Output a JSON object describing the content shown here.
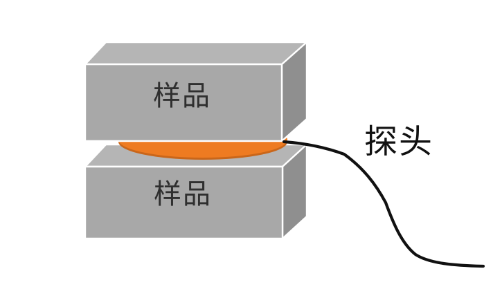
{
  "diagram": {
    "type": "schematic",
    "description_visible_elements": "two stacked 3D sample blocks with an orange probe disc between them and a wire leading to a probe label",
    "labels": {
      "top_sample": "样品",
      "bottom_sample": "样品",
      "probe": "探头"
    },
    "colors": {
      "background": "#ffffff",
      "box_front": "#a8a8a8",
      "box_top": "#b5b5b5",
      "box_side": "#8f8f8f",
      "edge": "#ffffff",
      "disc_fill": "#ee7b21",
      "disc_rim": "#c9661a",
      "wire": "#111111",
      "label_text": "#2f2f2f"
    }
  }
}
